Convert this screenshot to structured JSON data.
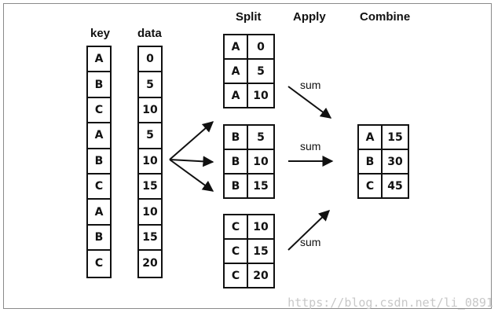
{
  "headers": {
    "key": "key",
    "data": "data",
    "split": "Split",
    "apply": "Apply",
    "combine": "Combine"
  },
  "source": {
    "keys": [
      "A",
      "B",
      "C",
      "A",
      "B",
      "C",
      "A",
      "B",
      "C"
    ],
    "values": [
      "0",
      "5",
      "10",
      "5",
      "10",
      "15",
      "10",
      "15",
      "20"
    ]
  },
  "groups": [
    {
      "rows": [
        {
          "k": "A",
          "v": "0"
        },
        {
          "k": "A",
          "v": "5"
        },
        {
          "k": "A",
          "v": "10"
        }
      ]
    },
    {
      "rows": [
        {
          "k": "B",
          "v": "5"
        },
        {
          "k": "B",
          "v": "10"
        },
        {
          "k": "B",
          "v": "15"
        }
      ]
    },
    {
      "rows": [
        {
          "k": "C",
          "v": "10"
        },
        {
          "k": "C",
          "v": "15"
        },
        {
          "k": "C",
          "v": "20"
        }
      ]
    }
  ],
  "apply_labels": [
    "sum",
    "sum",
    "sum"
  ],
  "result": [
    {
      "k": "A",
      "v": "15"
    },
    {
      "k": "B",
      "v": "30"
    },
    {
      "k": "C",
      "v": "45"
    }
  ],
  "watermark": "https://blog.csdn.net/li_0891"
}
